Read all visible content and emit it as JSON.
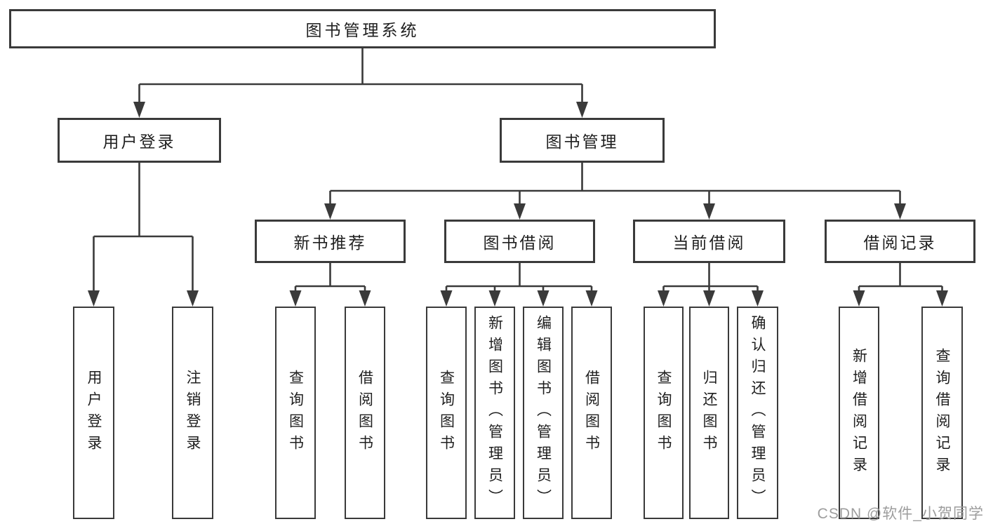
{
  "diagram": {
    "root": {
      "label": "图书管理系统"
    },
    "level2": [
      {
        "label": "用户登录"
      },
      {
        "label": "图书管理"
      }
    ],
    "level3": [
      {
        "label": "新书推荐",
        "parent": "图书管理"
      },
      {
        "label": "图书借阅",
        "parent": "图书管理"
      },
      {
        "label": "当前借阅",
        "parent": "图书管理"
      },
      {
        "label": "借阅记录",
        "parent": "图书管理"
      }
    ],
    "leaves": [
      {
        "label": "用户登录",
        "parent": "用户登录"
      },
      {
        "label": "注销登录",
        "parent": "用户登录"
      },
      {
        "label": "查询图书",
        "parent": "新书推荐"
      },
      {
        "label": "借阅图书",
        "parent": "新书推荐"
      },
      {
        "label": "查询图书",
        "parent": "图书借阅"
      },
      {
        "label": "新增图书（管理员）",
        "parent": "图书借阅"
      },
      {
        "label": "编辑图书（管理员）",
        "parent": "图书借阅"
      },
      {
        "label": "借阅图书",
        "parent": "图书借阅"
      },
      {
        "label": "查询图书",
        "parent": "当前借阅"
      },
      {
        "label": "归还图书",
        "parent": "当前借阅"
      },
      {
        "label": "确认归还（管理员）",
        "parent": "当前借阅"
      },
      {
        "label": "新增借阅记录",
        "parent": "借阅记录"
      },
      {
        "label": "查询借阅记录",
        "parent": "借阅记录"
      }
    ],
    "watermark": "CSDN @软件_小贺同学",
    "colors": {
      "line": "#3a3a3a",
      "text": "#1f1f1f",
      "watermark": "#9d9d9d",
      "background": "#ffffff"
    }
  }
}
